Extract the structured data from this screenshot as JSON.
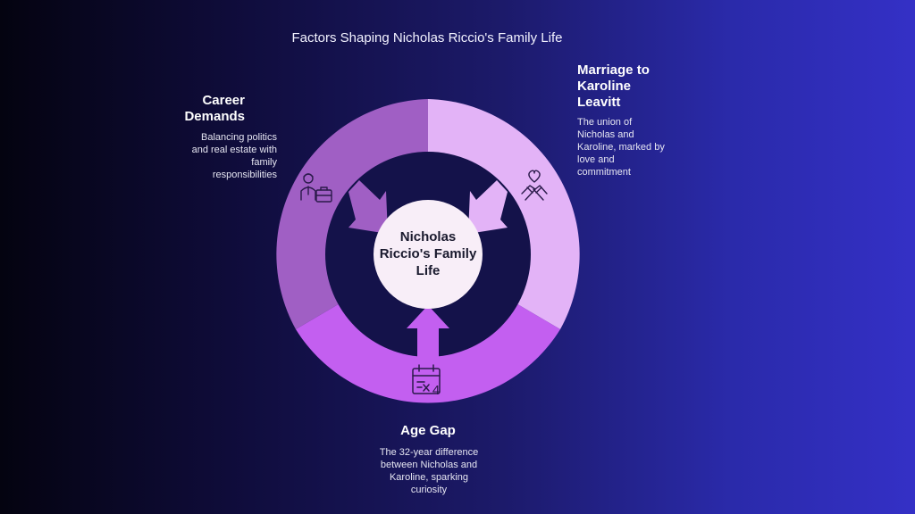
{
  "title": "Factors Shaping Nicholas Riccio's Family Life",
  "center": {
    "line1": "Nicholas",
    "line2": "Riccio's Family",
    "line3": "Life"
  },
  "factors": {
    "career": {
      "heading_line1": "Career",
      "heading_line2": "Demands",
      "description": "Balancing politics and real estate with family responsibilities",
      "icon": "businessperson-briefcase-icon",
      "color": "#a05fc4"
    },
    "marriage": {
      "heading_line1": "Marriage to",
      "heading_line2": "Karoline",
      "heading_line3": "Leavitt",
      "description": "The union of Nicholas and Karoline, marked by love and commitment",
      "icon": "heart-hands-icon",
      "color": "#e3b3f7"
    },
    "age_gap": {
      "heading": "Age Gap",
      "description": "The 32-year difference between Nicholas and Karoline, sparking curiosity",
      "icon": "calendar-times-four-icon",
      "color": "#c35ff0"
    }
  },
  "colors": {
    "ring_inner": "#14124a",
    "center_fill": "#f8eef8",
    "icon_stroke": "#2a1a4a"
  }
}
